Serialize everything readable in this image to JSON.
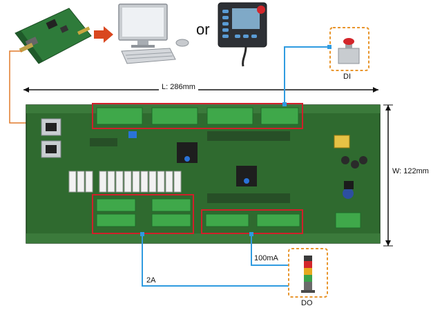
{
  "labels": {
    "or": "or",
    "length": "L: 286mm",
    "width": "W: 122mm",
    "di": "DI",
    "do": "DO",
    "current_do": "100mA",
    "current_relay": "2A"
  },
  "colors": {
    "board_green": "#2f6a2f",
    "terminal_green": "#3fa84a",
    "highlight_red": "#d0202a",
    "wire_blue": "#2f9be0",
    "wire_orange": "#e07a2a",
    "dashed_orange": "#e8952c",
    "arrow_red": "#d9471f"
  }
}
